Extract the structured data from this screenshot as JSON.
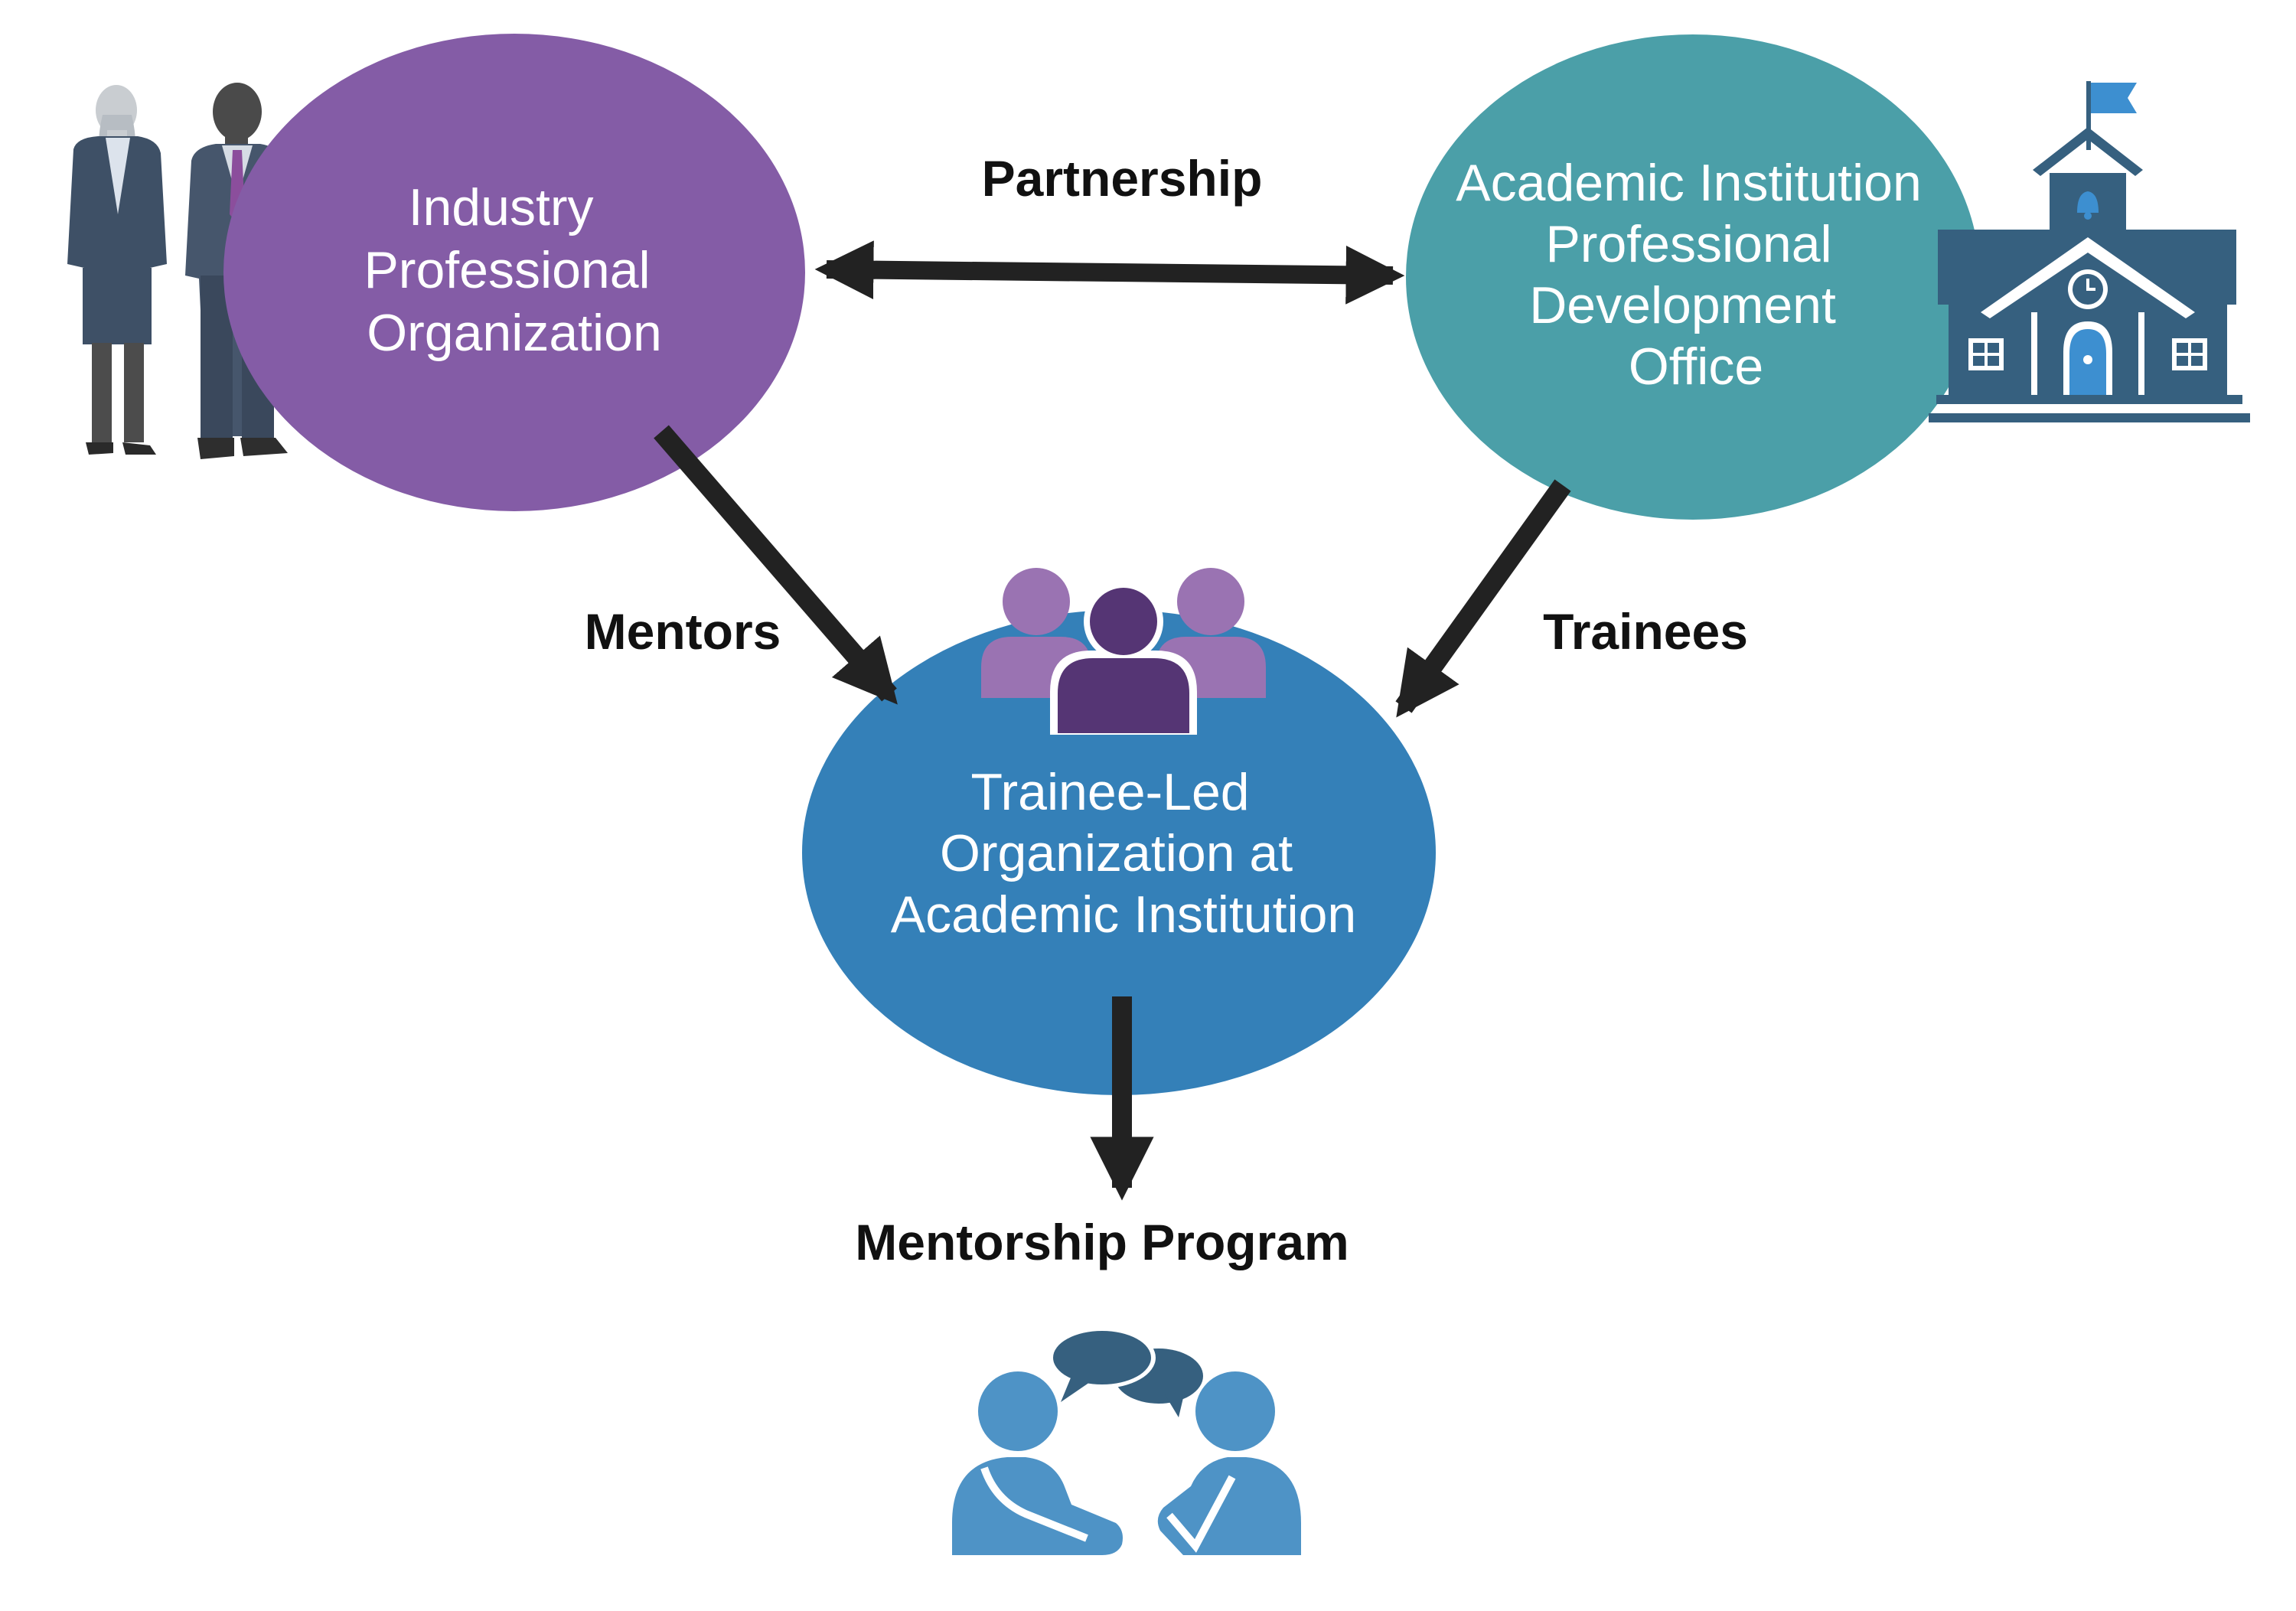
{
  "colors": {
    "industry": "#845CA6",
    "academic_office": "#4B9FA8",
    "trainee_org": "#3480B8",
    "arrow": "#222222",
    "building": "#36607F",
    "people_purple_light": "#9A73B2",
    "people_purple_dark": "#553574",
    "mentor_icon": "#4E93C6"
  },
  "nodes": {
    "industry": {
      "lines": [
        "Industry",
        "Professional",
        "Organization"
      ]
    },
    "academic_office": {
      "lines": [
        "Academic Institution",
        "Professional",
        "Development",
        "Office"
      ]
    },
    "trainee_org": {
      "lines": [
        "Trainee-Led",
        "Organization at",
        "Academic Institution"
      ]
    }
  },
  "edges": {
    "partnership": "Partnership",
    "mentors": "Mentors",
    "trainees": "Trainees"
  },
  "outcome": {
    "label": "Mentorship Program"
  },
  "icons": [
    "business-people-icon",
    "school-building-icon",
    "group-people-icon",
    "mentorship-conversation-icon"
  ]
}
